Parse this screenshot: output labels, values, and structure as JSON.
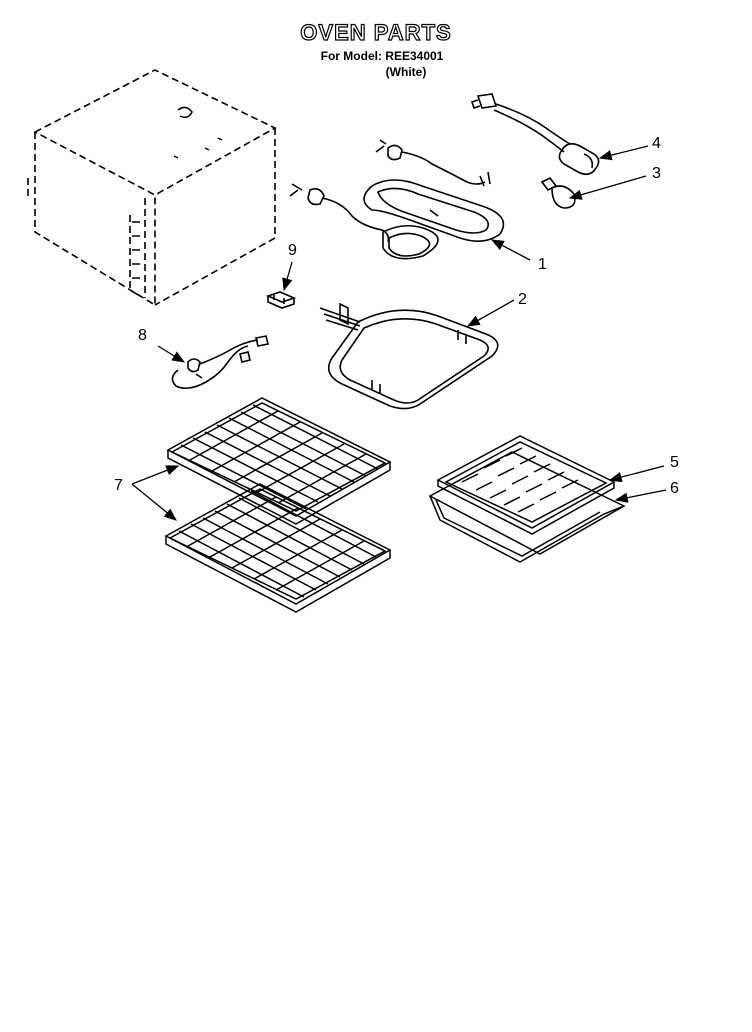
{
  "header": {
    "title": "OVEN PARTS",
    "model_line": "For Model: REE34001",
    "color_line": "(White)"
  },
  "callouts": {
    "c1": "1",
    "c2": "2",
    "c3": "3",
    "c4": "4",
    "c5": "5",
    "c6": "6",
    "c7": "7",
    "c8": "8",
    "c9": "9"
  }
}
